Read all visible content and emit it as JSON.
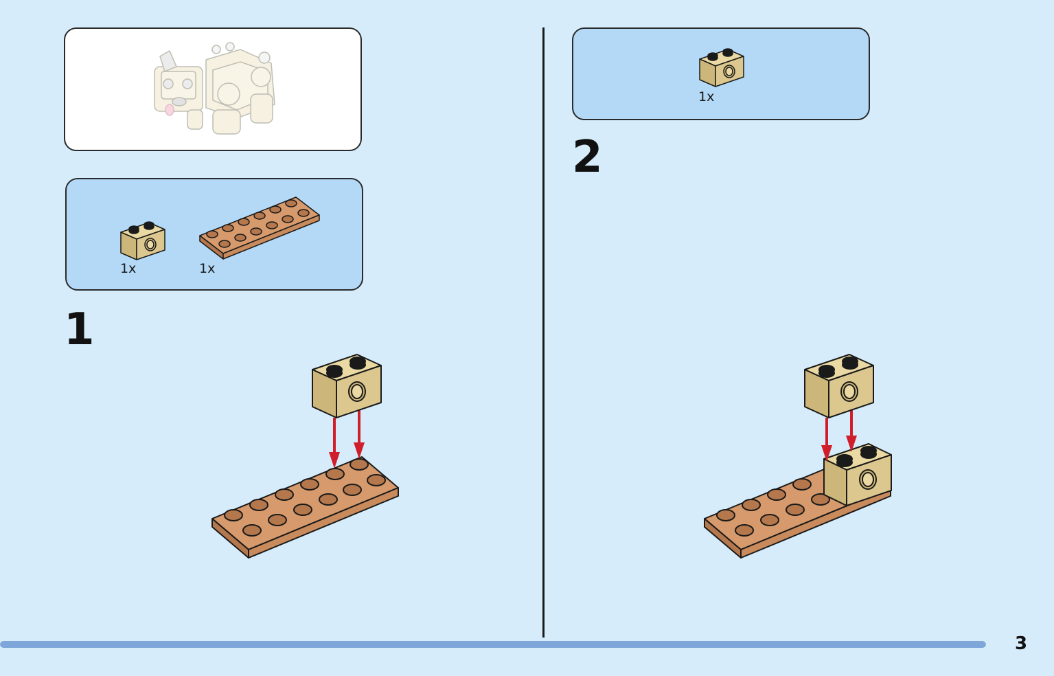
{
  "colors": {
    "page_background": "#d6ecfa",
    "parts_box": "#b3d9f7",
    "tan_brick": "#dcc88f",
    "brown_plate": "#c98a5c",
    "arrow": "#d01f2a",
    "progress": "#7fa6d9"
  },
  "preview": {
    "icon": "finished-model-preview"
  },
  "step1": {
    "number": "1",
    "parts": [
      {
        "icon": "tan-1x2-technic-brick-icon",
        "quantity": "1x"
      },
      {
        "icon": "brown-2x6-plate-icon",
        "quantity": "1x"
      }
    ]
  },
  "step2": {
    "number": "2",
    "parts": [
      {
        "icon": "tan-1x2-technic-brick-icon",
        "quantity": "1x"
      }
    ]
  },
  "footer": {
    "page_number": "3",
    "progress": 0.935
  }
}
